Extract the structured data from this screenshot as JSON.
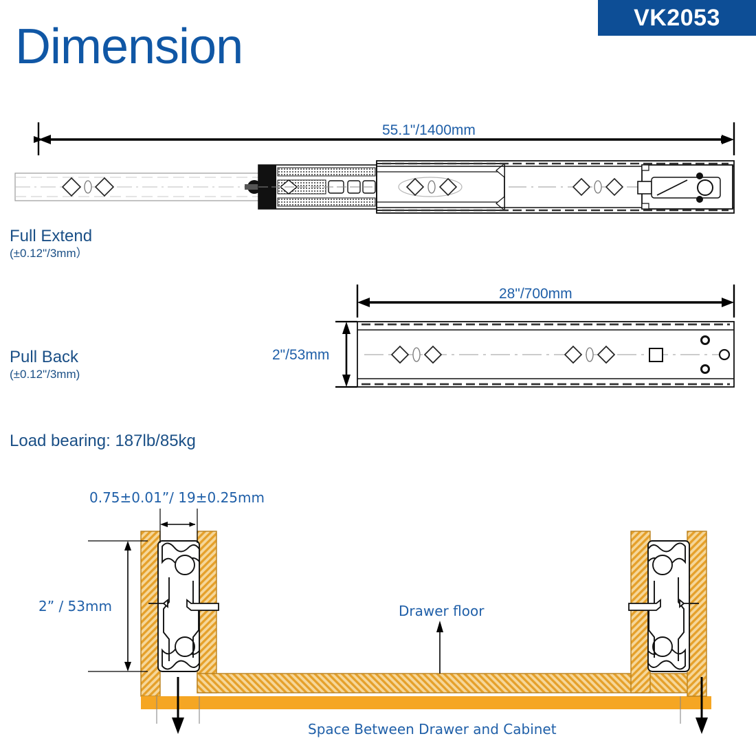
{
  "header": {
    "title": "Dimension",
    "sku": "VK2053",
    "badge_color": "#0d4e96",
    "title_color": "#1057a5"
  },
  "sections": {
    "full_extend": {
      "name": "Full Extend",
      "tolerance": "(±0.12\"/3mm）",
      "length_label": "55.1\"/1400mm"
    },
    "pull_back": {
      "name": "Pull Back",
      "tolerance": "(±0.12\"/3mm)",
      "length_label": "28\"/700mm",
      "height_label": "2\"/53mm"
    },
    "load_bearing": "Load bearing: 187lb/85kg",
    "cross_section": {
      "thickness_label": "0.75±0.01”/ 19±0.25mm",
      "height_label": "2” / 53mm",
      "drawer_floor_label": "Drawer floor",
      "space_label": "Space Between Drawer and Cabinet"
    }
  },
  "colors": {
    "blue_text": "#1f5fa8",
    "dark_blue_text": "#1a4f86",
    "wood_hatch": "#e5a02a",
    "floor_band": "#f5a623",
    "line": "#000000"
  }
}
